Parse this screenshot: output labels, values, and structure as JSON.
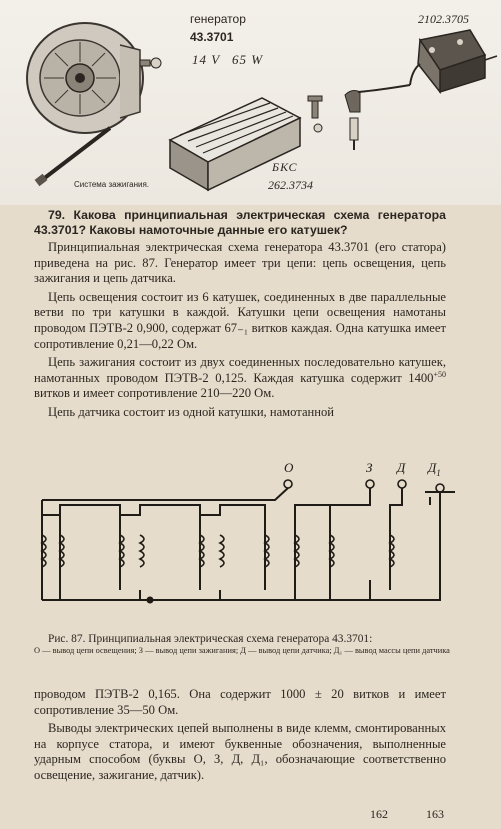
{
  "figure_top": {
    "generator_label": "генератор",
    "generator_model": "43.3701",
    "voltage": "14 V",
    "power": "65 W",
    "coil_part_number": "2102.3705",
    "bks_label": "БКС",
    "bks_number": "262.3734",
    "ignition_caption": "Система зажигания."
  },
  "question": {
    "title": "79. Какова принципиальная электрическая схема генератора 43.3701? Каковы намоточные данные его катушек?",
    "p1": "Принципиальная электрическая схема генератора 43.3701 (его статора) приведена на рис. 87. Генератор имеет три цепи: цепь освещения, цепь зажигания и цепь датчика.",
    "p2": "Цепь освещения состоит из 6 катушек, соединенных в две параллельные ветви по три катушки в каждой. Катушки цепи освещения намотаны проводом ПЭТВ-2 0,900, содержат 67₋₁ витков каждая. Одна катушка имеет сопротивление 0,21—0,22 Ом.",
    "p3_start": "Цепь зажигания состоит из двух соединенных последовательно катушек, намотанных проводом ПЭТВ-2 0,125. Каждая катушка содержит 1400",
    "p3_sup": "+50",
    "p3_end": " витков и имеет сопротивление 210—220 Ом.",
    "p4": "Цепь датчика состоит из одной катушки, намотанной"
  },
  "diagram": {
    "terminal_O": "О",
    "terminal_Z": "З",
    "terminal_D": "Д",
    "terminal_D1": "Д",
    "terminal_D1_sub": "1"
  },
  "caption": {
    "main": "Рис. 87. Принципиальная электрическая схема генератора 43.3701:",
    "legend": "О — вывод цепи освещения; З — вывод цепи зажигания; Д — вывод цепи датчика; Д₁ — вывод массы цепи датчика"
  },
  "continuation": {
    "p1": "проводом ПЭТВ-2 0,165. Она содержит 1000 ± 20 витков и имеет сопротивление 35—50 Ом.",
    "p2": "Выводы электрических цепей выполнены в виде клемм, смонтированных на корпусе статора, и имеют буквенные обозначения, выполненные ударным способом (буквы О, З, Д, Д₁, обозначающие соответственно освещение, зажигание, датчик)."
  },
  "page_numbers": {
    "left": "162",
    "right": "163"
  }
}
